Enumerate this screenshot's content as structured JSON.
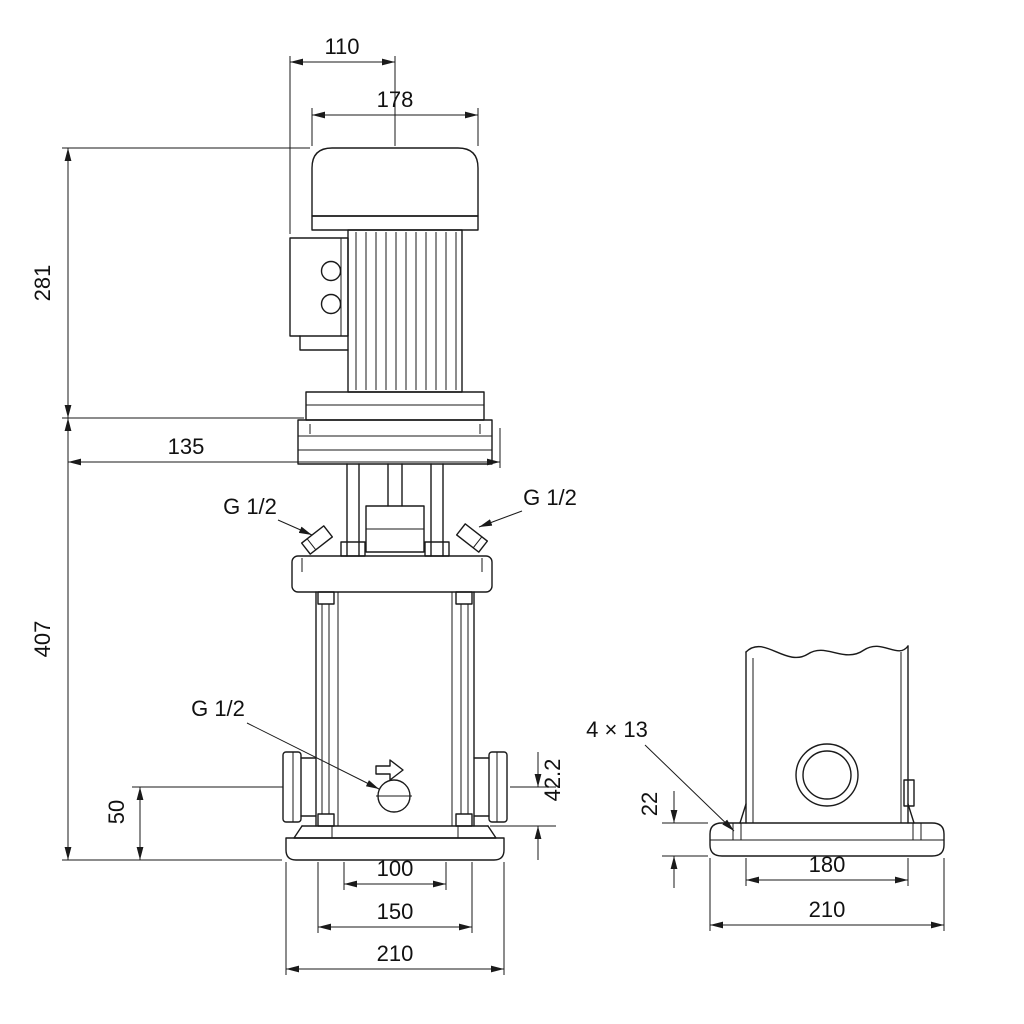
{
  "front_view": {
    "dims": {
      "d110": "110",
      "d178": "178",
      "d281": "281",
      "d135": "135",
      "d407": "407",
      "d50": "50",
      "d42_2": "42.2",
      "d100": "100",
      "d150": "150",
      "d210": "210"
    },
    "ports": {
      "vent_left": "G 1/2",
      "vent_right": "G 1/2",
      "drain": "G 1/2"
    }
  },
  "side_view": {
    "dims": {
      "holes": "4 × 13",
      "d22": "22",
      "d180": "180",
      "d210": "210"
    }
  },
  "colors": {
    "line": "#1a1a1a",
    "background": "#ffffff"
  }
}
